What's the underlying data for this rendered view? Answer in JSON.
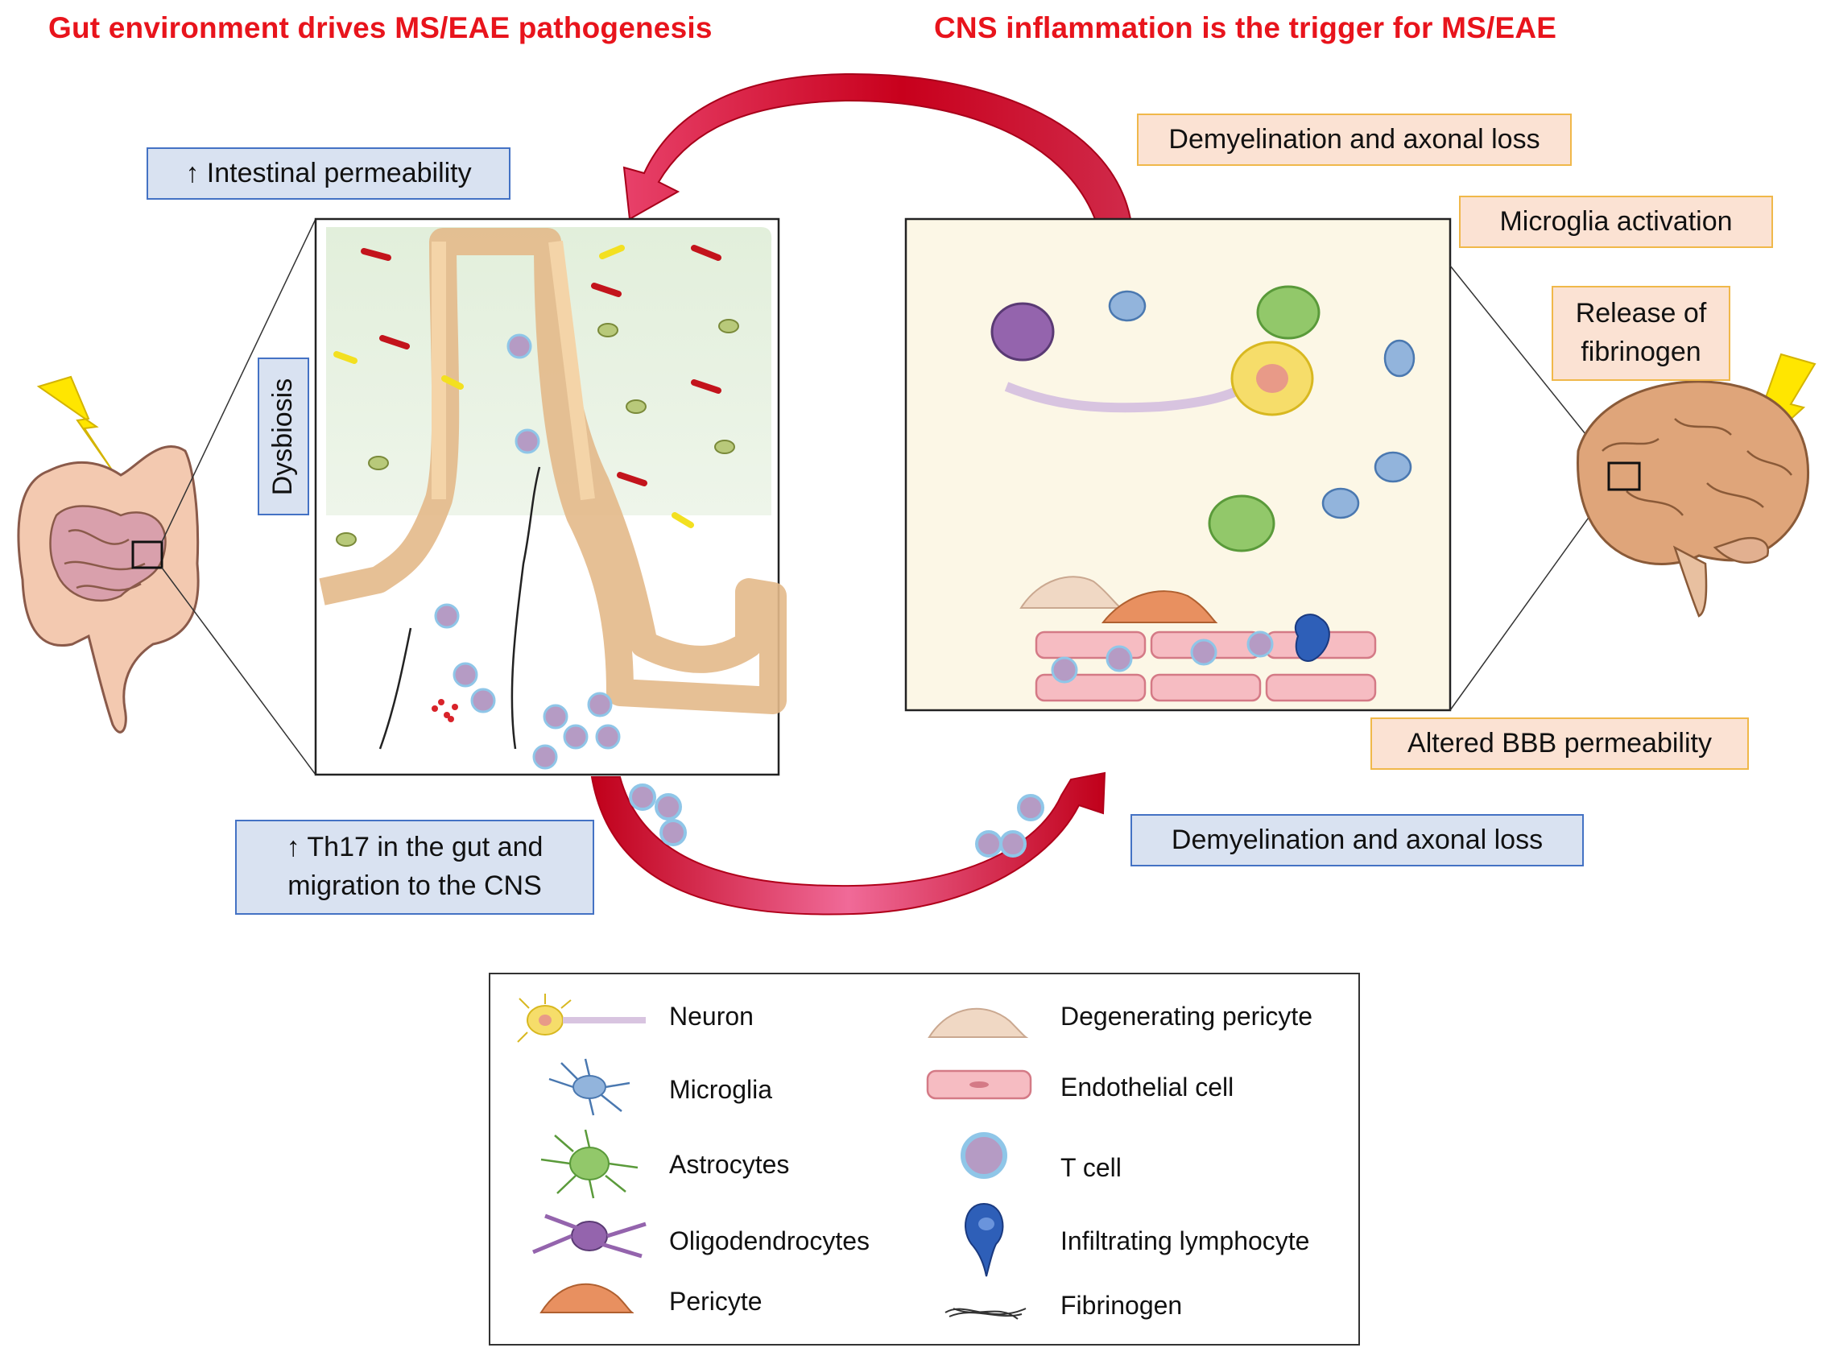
{
  "headings": {
    "left": "Gut environment drives MS/EAE pathogenesis",
    "right": "CNS inflammation is the trigger for MS/EAE"
  },
  "labels": {
    "intestinal_permeability": "↑ Intestinal permeability",
    "dysbiosis": "Dysbiosis",
    "th17_line1": "↑ Th17 in the gut and",
    "th17_line2": "migration to the CNS",
    "demyelination_top": "Demyelination and axonal loss",
    "microglia_activation": "Microglia activation",
    "fibrinogen_line1": "Release of",
    "fibrinogen_line2": "fibrinogen",
    "altered_bbb": "Altered BBB permeability",
    "demyelination_bottom": "Demyelination and axonal loss"
  },
  "legend": {
    "neuron": "Neuron",
    "microglia": "Microglia",
    "astrocytes": "Astrocytes",
    "oligodendrocytes": "Oligodendrocytes",
    "pericyte": "Pericyte",
    "degenerating_pericyte": "Degenerating pericyte",
    "endothelial_cell": "Endothelial cell",
    "t_cell": "T cell",
    "infiltrating_lymphocyte": "Infiltrating lymphocyte",
    "fibrinogen": "Fibrinogen"
  },
  "colors": {
    "heading_red": "#e8141c",
    "blue_box_fill": "#d9e2f1",
    "blue_box_border": "#4472c4",
    "orange_box_fill": "#fbe2d3",
    "orange_box_border": "#f0b84a",
    "arrow_dark": "#c0001a",
    "arrow_light": "#f080a0"
  }
}
